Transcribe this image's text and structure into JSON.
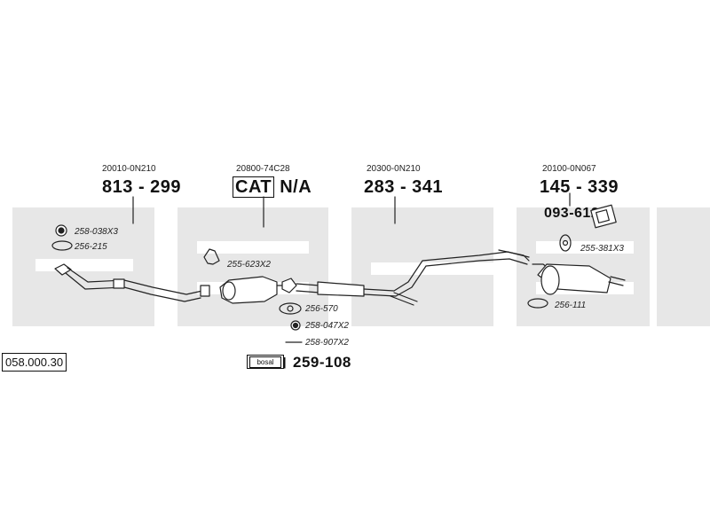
{
  "catalog_number": "058.000.30",
  "sections": [
    {
      "oem": "20010-0N210",
      "code_a": "813",
      "code_b": "299"
    },
    {
      "oem": "20800-74C28",
      "cat": "CAT",
      "code": "N/A"
    },
    {
      "oem": "20300-0N210",
      "code_a": "283",
      "code_b": "341"
    },
    {
      "oem": "20100-0N067",
      "code_a": "145",
      "code_b": "339",
      "extra": "093-612"
    }
  ],
  "parts": {
    "p258_038": "258-038X3",
    "p256_215": "256-215",
    "p255_623": "255-623X2",
    "p256_570": "256-570",
    "p258_047": "258-047X2",
    "p258_907": "258-907X2",
    "p255_381": "255-381X3",
    "p256_111": "256-111"
  },
  "kit": {
    "brand": "bosal",
    "code": "259-108"
  },
  "colors": {
    "band": "#e6e6e6",
    "line": "#222222"
  }
}
